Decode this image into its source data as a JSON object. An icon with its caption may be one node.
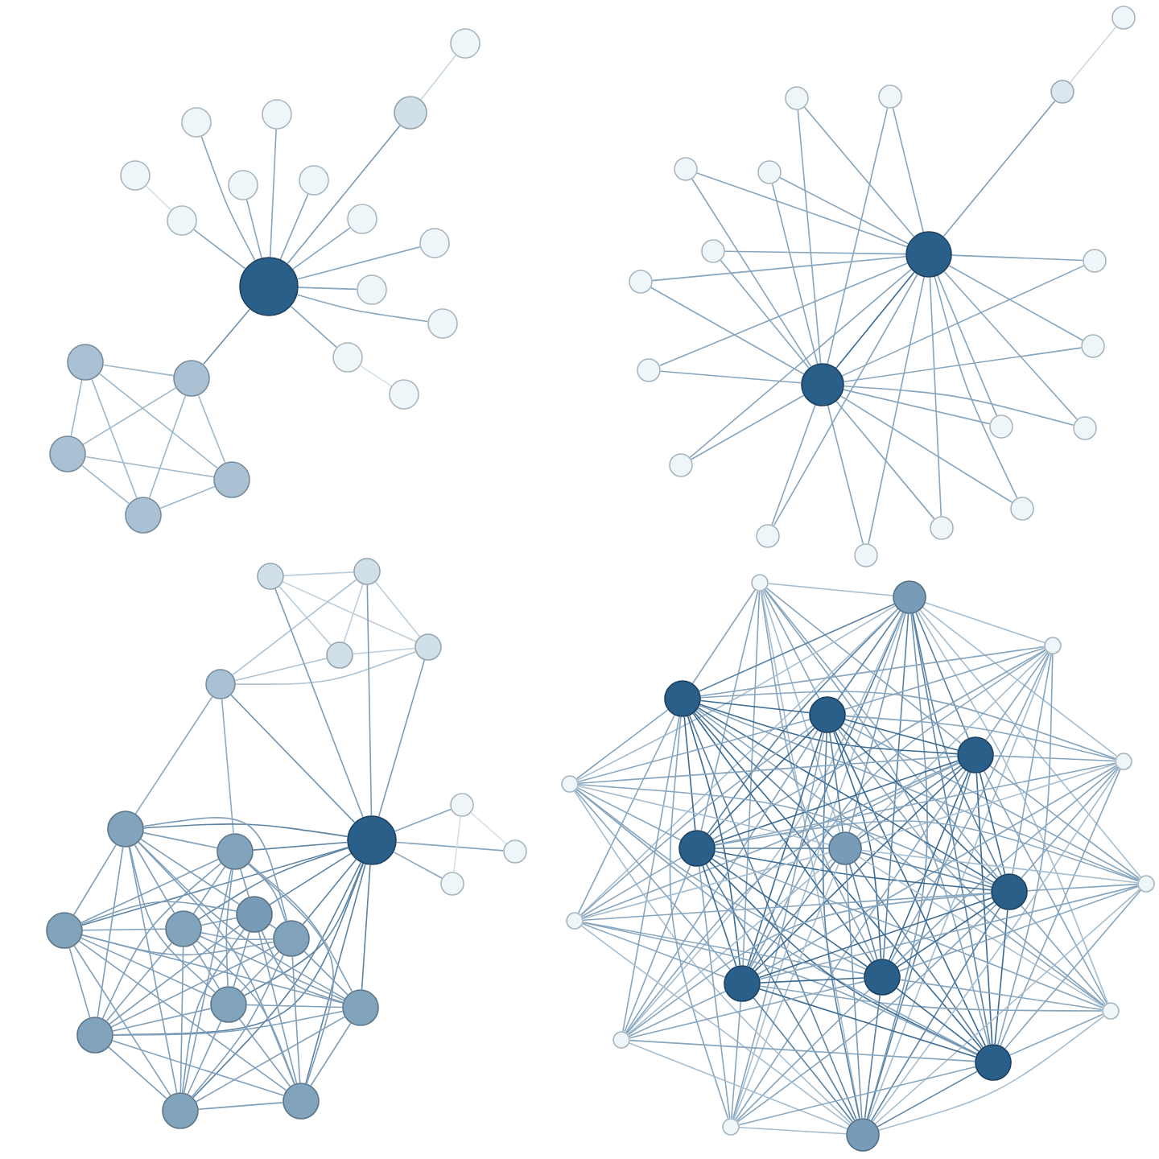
{
  "diagram": {
    "nodes": [
      {
        "text": [],
        "shape": "circle"
      },
      {
        "text": [],
        "shape": "circle"
      },
      {
        "text": [],
        "shape": "circle"
      },
      {
        "text": [],
        "shape": "circle"
      },
      {
        "text": [],
        "shape": "circle"
      },
      {
        "text": [],
        "shape": "circle"
      },
      {
        "text": [],
        "shape": "circle"
      },
      {
        "text": [],
        "shape": "circle"
      },
      {
        "text": [],
        "shape": "circle"
      },
      {
        "text": [],
        "shape": "circle"
      },
      {
        "text": [],
        "shape": "circle"
      },
      {
        "text": [],
        "shape": "circle"
      },
      {
        "text": [],
        "shape": "circle"
      },
      {
        "text": [],
        "shape": "circle"
      },
      {
        "text": [],
        "shape": "circle"
      },
      {
        "text": [],
        "shape": "circle"
      },
      {
        "text": [],
        "shape": "circle"
      },
      {
        "text": [],
        "shape": "circle"
      },
      {
        "text": [],
        "shape": "circle"
      },
      {
        "text": [],
        "shape": "circle"
      },
      {
        "text": [],
        "shape": "circle"
      },
      {
        "text": [],
        "shape": "circle"
      },
      {
        "text": [],
        "shape": "circle"
      },
      {
        "text": [],
        "shape": "circle"
      },
      {
        "text": [],
        "shape": "circle"
      },
      {
        "text": [],
        "shape": "circle"
      },
      {
        "text": [],
        "shape": "circle"
      },
      {
        "text": [],
        "shape": "circle"
      },
      {
        "text": [],
        "shape": "circle"
      },
      {
        "text": [],
        "shape": "circle"
      },
      {
        "text": [],
        "shape": "circle"
      },
      {
        "text": [],
        "shape": "circle"
      },
      {
        "text": [],
        "shape": "circle"
      },
      {
        "text": [],
        "shape": "circle"
      },
      {
        "text": [],
        "shape": "circle"
      },
      {
        "text": [],
        "shape": "circle"
      },
      {
        "text": [],
        "shape": "circle"
      },
      {
        "text": [],
        "shape": "circle"
      },
      {
        "text": [],
        "shape": "circle"
      },
      {
        "text": [],
        "shape": "circle"
      },
      {
        "text": [],
        "shape": "circle"
      },
      {
        "text": [],
        "shape": "circle"
      },
      {
        "text": [],
        "shape": "circle"
      },
      {
        "text": [],
        "shape": "circle"
      },
      {
        "text": [],
        "shape": "circle"
      },
      {
        "text": [],
        "shape": "circle"
      },
      {
        "text": [],
        "shape": "circle"
      },
      {
        "text": [],
        "shape": "circle"
      },
      {
        "text": [],
        "shape": "circle"
      },
      {
        "text": [],
        "shape": "circle"
      },
      {
        "text": [],
        "shape": "circle"
      },
      {
        "text": [],
        "shape": "circle"
      },
      {
        "text": [],
        "shape": "circle"
      },
      {
        "text": [],
        "shape": "circle"
      },
      {
        "text": [],
        "shape": "circle"
      },
      {
        "text": [],
        "shape": "circle"
      },
      {
        "text": [],
        "shape": "circle"
      },
      {
        "text": [],
        "shape": "circle"
      },
      {
        "text": [],
        "shape": "circle"
      },
      {
        "text": [],
        "shape": "circle"
      },
      {
        "text": [],
        "shape": "circle"
      },
      {
        "text": [],
        "shape": "circle"
      },
      {
        "text": [],
        "shape": "circle"
      },
      {
        "text": [],
        "shape": "circle"
      },
      {
        "text": [],
        "shape": "circle"
      },
      {
        "text": [],
        "shape": "circle"
      },
      {
        "text": [],
        "shape": "circle"
      },
      {
        "text": [],
        "shape": "circle"
      },
      {
        "text": [],
        "shape": "circle"
      },
      {
        "text": [],
        "shape": "circle"
      },
      {
        "text": [],
        "shape": "circle"
      },
      {
        "text": [],
        "shape": "circle"
      },
      {
        "text": [],
        "shape": "circle"
      },
      {
        "text": [],
        "shape": "circle"
      },
      {
        "text": [],
        "shape": "circle"
      },
      {
        "text": [],
        "shape": "circle"
      },
      {
        "text": [],
        "shape": "circle"
      },
      {
        "text": [],
        "shape": "circle"
      },
      {
        "text": [],
        "shape": "circle"
      },
      {
        "text": [],
        "shape": "circle"
      }
    ],
    "edges": [
      {
        "from": 0,
        "to": 1,
        "arrow": "none"
      },
      {
        "from": 0,
        "to": 2,
        "arrow": "none"
      },
      {
        "from": 0,
        "to": 3,
        "arrow": "none"
      },
      {
        "from": 3,
        "to": 4,
        "arrow": "none"
      },
      {
        "from": 0,
        "to": 6,
        "arrow": "none"
      },
      {
        "from": 6,
        "to": 5,
        "arrow": "none"
      },
      {
        "from": 0,
        "to": 7,
        "arrow": "none"
      },
      {
        "from": 0,
        "to": 8,
        "arrow": "none"
      },
      {
        "from": 0,
        "to": 9,
        "arrow": "none"
      },
      {
        "from": 0,
        "to": 10,
        "arrow": "none"
      },
      {
        "from": 0,
        "to": 11,
        "arrow": "none"
      },
      {
        "from": 0,
        "to": 12,
        "arrow": "none"
      },
      {
        "from": 0,
        "to": 13,
        "arrow": "none"
      },
      {
        "from": 13,
        "to": 14,
        "arrow": "none"
      },
      {
        "from": 0,
        "to": 15,
        "arrow": "none"
      },
      {
        "from": 15,
        "to": 16,
        "arrow": "none"
      },
      {
        "from": 15,
        "to": 17,
        "arrow": "none"
      },
      {
        "from": 15,
        "to": 18,
        "arrow": "none"
      },
      {
        "from": 15,
        "to": 19,
        "arrow": "none"
      },
      {
        "from": 16,
        "to": 17,
        "arrow": "none"
      },
      {
        "from": 16,
        "to": 18,
        "arrow": "none"
      },
      {
        "from": 16,
        "to": 19,
        "arrow": "none"
      },
      {
        "from": 17,
        "to": 18,
        "arrow": "none"
      },
      {
        "from": 17,
        "to": 19,
        "arrow": "none"
      },
      {
        "from": 18,
        "to": 19,
        "arrow": "none"
      },
      {
        "from": 20,
        "to": 21,
        "arrow": "none"
      },
      {
        "from": 20,
        "to": 28,
        "arrow": "none"
      },
      {
        "from": 28,
        "to": 29,
        "arrow": "none"
      },
      {
        "from": 20,
        "to": 22,
        "arrow": "none"
      },
      {
        "from": 21,
        "to": 22,
        "arrow": "none"
      },
      {
        "from": 20,
        "to": 23,
        "arrow": "none"
      },
      {
        "from": 21,
        "to": 23,
        "arrow": "none"
      },
      {
        "from": 20,
        "to": 24,
        "arrow": "none"
      },
      {
        "from": 21,
        "to": 24,
        "arrow": "none"
      },
      {
        "from": 20,
        "to": 25,
        "arrow": "none"
      },
      {
        "from": 21,
        "to": 25,
        "arrow": "none"
      },
      {
        "from": 20,
        "to": 26,
        "arrow": "none"
      },
      {
        "from": 21,
        "to": 26,
        "arrow": "none"
      },
      {
        "from": 20,
        "to": 27,
        "arrow": "none"
      },
      {
        "from": 21,
        "to": 27,
        "arrow": "none"
      },
      {
        "from": 20,
        "to": 30,
        "arrow": "none"
      },
      {
        "from": 21,
        "to": 30,
        "arrow": "none"
      },
      {
        "from": 20,
        "to": 31,
        "arrow": "none"
      },
      {
        "from": 21,
        "to": 31,
        "arrow": "none"
      },
      {
        "from": 20,
        "to": 32,
        "arrow": "none"
      },
      {
        "from": 21,
        "to": 32,
        "arrow": "none"
      },
      {
        "from": 20,
        "to": 33,
        "arrow": "none"
      },
      {
        "from": 21,
        "to": 33,
        "arrow": "none"
      },
      {
        "from": 20,
        "to": 34,
        "arrow": "none"
      },
      {
        "from": 21,
        "to": 34,
        "arrow": "none"
      },
      {
        "from": 20,
        "to": 35,
        "arrow": "none"
      },
      {
        "from": 21,
        "to": 35,
        "arrow": "none"
      },
      {
        "from": 20,
        "to": 36,
        "arrow": "none"
      },
      {
        "from": 21,
        "to": 36,
        "arrow": "none"
      },
      {
        "from": 20,
        "to": 37,
        "arrow": "none"
      },
      {
        "from": 21,
        "to": 37,
        "arrow": "none"
      },
      {
        "from": 20,
        "to": 38,
        "arrow": "none"
      },
      {
        "from": 21,
        "to": 38,
        "arrow": "none"
      },
      {
        "from": 20,
        "to": 39,
        "arrow": "none"
      },
      {
        "from": 21,
        "to": 39,
        "arrow": "none"
      },
      {
        "from": 40,
        "to": 41,
        "arrow": "none"
      },
      {
        "from": 40,
        "to": 42,
        "arrow": "none"
      },
      {
        "from": 40,
        "to": 43,
        "arrow": "none"
      },
      {
        "from": 41,
        "to": 42,
        "arrow": "none"
      },
      {
        "from": 41,
        "to": 43,
        "arrow": "none"
      },
      {
        "from": 42,
        "to": 43,
        "arrow": "none"
      },
      {
        "from": 44,
        "to": 41,
        "arrow": "none"
      },
      {
        "from": 44,
        "to": 42,
        "arrow": "none"
      },
      {
        "from": 44,
        "to": 43,
        "arrow": "none"
      },
      {
        "from": 40,
        "to": 45,
        "arrow": "none"
      },
      {
        "from": 41,
        "to": 45,
        "arrow": "none"
      },
      {
        "from": 43,
        "to": 45,
        "arrow": "none"
      },
      {
        "from": 44,
        "to": 45,
        "arrow": "none"
      },
      {
        "from": 44,
        "to": 49,
        "arrow": "none"
      },
      {
        "from": 44,
        "to": 50,
        "arrow": "none"
      },
      {
        "from": 45,
        "to": 46,
        "arrow": "none"
      },
      {
        "from": 45,
        "to": 47,
        "arrow": "none"
      },
      {
        "from": 45,
        "to": 48,
        "arrow": "none"
      },
      {
        "from": 46,
        "to": 47,
        "arrow": "none"
      },
      {
        "from": 46,
        "to": 48,
        "arrow": "none"
      },
      {
        "from": 45,
        "to": 49,
        "arrow": "none"
      },
      {
        "from": 45,
        "to": 50,
        "arrow": "none"
      },
      {
        "from": 45,
        "to": 51,
        "arrow": "none"
      },
      {
        "from": 45,
        "to": 52,
        "arrow": "none"
      },
      {
        "from": 45,
        "to": 53,
        "arrow": "none"
      },
      {
        "from": 45,
        "to": 54,
        "arrow": "none"
      },
      {
        "from": 45,
        "to": 55,
        "arrow": "none"
      },
      {
        "from": 45,
        "to": 56,
        "arrow": "none"
      },
      {
        "from": 45,
        "to": 57,
        "arrow": "none"
      },
      {
        "from": 45,
        "to": 58,
        "arrow": "none"
      },
      {
        "from": 45,
        "to": 59,
        "arrow": "none"
      },
      {
        "from": 49,
        "to": 50,
        "arrow": "none"
      },
      {
        "from": 49,
        "to": 51,
        "arrow": "none"
      },
      {
        "from": 49,
        "to": 52,
        "arrow": "none"
      },
      {
        "from": 49,
        "to": 53,
        "arrow": "none"
      },
      {
        "from": 49,
        "to": 54,
        "arrow": "none"
      },
      {
        "from": 49,
        "to": 55,
        "arrow": "none"
      },
      {
        "from": 49,
        "to": 56,
        "arrow": "none"
      },
      {
        "from": 49,
        "to": 57,
        "arrow": "none"
      },
      {
        "from": 49,
        "to": 58,
        "arrow": "none"
      },
      {
        "from": 49,
        "to": 59,
        "arrow": "none"
      },
      {
        "from": 50,
        "to": 51,
        "arrow": "none"
      },
      {
        "from": 50,
        "to": 52,
        "arrow": "none"
      },
      {
        "from": 50,
        "to": 53,
        "arrow": "none"
      },
      {
        "from": 50,
        "to": 54,
        "arrow": "none"
      },
      {
        "from": 50,
        "to": 55,
        "arrow": "none"
      },
      {
        "from": 50,
        "to": 56,
        "arrow": "none"
      },
      {
        "from": 50,
        "to": 57,
        "arrow": "none"
      },
      {
        "from": 50,
        "to": 58,
        "arrow": "none"
      },
      {
        "from": 50,
        "to": 59,
        "arrow": "none"
      },
      {
        "from": 51,
        "to": 52,
        "arrow": "none"
      },
      {
        "from": 51,
        "to": 53,
        "arrow": "none"
      },
      {
        "from": 51,
        "to": 54,
        "arrow": "none"
      },
      {
        "from": 51,
        "to": 55,
        "arrow": "none"
      },
      {
        "from": 51,
        "to": 56,
        "arrow": "none"
      },
      {
        "from": 51,
        "to": 57,
        "arrow": "none"
      },
      {
        "from": 51,
        "to": 58,
        "arrow": "none"
      },
      {
        "from": 51,
        "to": 59,
        "arrow": "none"
      },
      {
        "from": 52,
        "to": 53,
        "arrow": "none"
      },
      {
        "from": 52,
        "to": 54,
        "arrow": "none"
      },
      {
        "from": 52,
        "to": 55,
        "arrow": "none"
      },
      {
        "from": 52,
        "to": 56,
        "arrow": "none"
      },
      {
        "from": 52,
        "to": 57,
        "arrow": "none"
      },
      {
        "from": 52,
        "to": 58,
        "arrow": "none"
      },
      {
        "from": 52,
        "to": 59,
        "arrow": "none"
      },
      {
        "from": 53,
        "to": 54,
        "arrow": "none"
      },
      {
        "from": 53,
        "to": 55,
        "arrow": "none"
      },
      {
        "from": 53,
        "to": 56,
        "arrow": "none"
      },
      {
        "from": 53,
        "to": 57,
        "arrow": "none"
      },
      {
        "from": 53,
        "to": 58,
        "arrow": "none"
      },
      {
        "from": 53,
        "to": 59,
        "arrow": "none"
      },
      {
        "from": 54,
        "to": 55,
        "arrow": "none"
      },
      {
        "from": 54,
        "to": 56,
        "arrow": "none"
      },
      {
        "from": 54,
        "to": 57,
        "arrow": "none"
      },
      {
        "from": 54,
        "to": 58,
        "arrow": "none"
      },
      {
        "from": 54,
        "to": 59,
        "arrow": "none"
      },
      {
        "from": 55,
        "to": 56,
        "arrow": "none"
      },
      {
        "from": 55,
        "to": 57,
        "arrow": "none"
      },
      {
        "from": 55,
        "to": 58,
        "arrow": "none"
      },
      {
        "from": 55,
        "to": 59,
        "arrow": "none"
      },
      {
        "from": 56,
        "to": 57,
        "arrow": "none"
      },
      {
        "from": 56,
        "to": 58,
        "arrow": "none"
      },
      {
        "from": 56,
        "to": 59,
        "arrow": "none"
      },
      {
        "from": 57,
        "to": 58,
        "arrow": "none"
      },
      {
        "from": 57,
        "to": 59,
        "arrow": "none"
      },
      {
        "from": 58,
        "to": 59,
        "arrow": "none"
      },
      {
        "from": 60,
        "to": 61,
        "arrow": "none"
      },
      {
        "from": 60,
        "to": 63,
        "arrow": "none"
      },
      {
        "from": 60,
        "to": 64,
        "arrow": "none"
      },
      {
        "from": 60,
        "to": 65,
        "arrow": "none"
      },
      {
        "from": 60,
        "to": 68,
        "arrow": "none"
      },
      {
        "from": 60,
        "to": 69,
        "arrow": "none"
      },
      {
        "from": 60,
        "to": 70,
        "arrow": "none"
      },
      {
        "from": 60,
        "to": 73,
        "arrow": "none"
      },
      {
        "from": 60,
        "to": 74,
        "arrow": "none"
      },
      {
        "from": 60,
        "to": 77,
        "arrow": "none"
      },
      {
        "from": 60,
        "to": 79,
        "arrow": "none"
      },
      {
        "from": 61,
        "to": 62,
        "arrow": "none"
      },
      {
        "from": 61,
        "to": 63,
        "arrow": "none"
      },
      {
        "from": 61,
        "to": 64,
        "arrow": "none"
      },
      {
        "from": 61,
        "to": 65,
        "arrow": "none"
      },
      {
        "from": 61,
        "to": 66,
        "arrow": "none"
      },
      {
        "from": 61,
        "to": 67,
        "arrow": "none"
      },
      {
        "from": 61,
        "to": 68,
        "arrow": "none"
      },
      {
        "from": 61,
        "to": 69,
        "arrow": "none"
      },
      {
        "from": 61,
        "to": 70,
        "arrow": "none"
      },
      {
        "from": 61,
        "to": 71,
        "arrow": "none"
      },
      {
        "from": 61,
        "to": 72,
        "arrow": "none"
      },
      {
        "from": 61,
        "to": 73,
        "arrow": "none"
      },
      {
        "from": 61,
        "to": 74,
        "arrow": "none"
      },
      {
        "from": 61,
        "to": 75,
        "arrow": "none"
      },
      {
        "from": 61,
        "to": 76,
        "arrow": "none"
      },
      {
        "from": 61,
        "to": 77,
        "arrow": "none"
      },
      {
        "from": 61,
        "to": 78,
        "arrow": "none"
      },
      {
        "from": 61,
        "to": 79,
        "arrow": "none"
      },
      {
        "from": 62,
        "to": 63,
        "arrow": "none"
      },
      {
        "from": 62,
        "to": 64,
        "arrow": "none"
      },
      {
        "from": 62,
        "to": 65,
        "arrow": "none"
      },
      {
        "from": 62,
        "to": 68,
        "arrow": "none"
      },
      {
        "from": 62,
        "to": 69,
        "arrow": "none"
      },
      {
        "from": 62,
        "to": 70,
        "arrow": "none"
      },
      {
        "from": 62,
        "to": 73,
        "arrow": "none"
      },
      {
        "from": 62,
        "to": 74,
        "arrow": "none"
      },
      {
        "from": 62,
        "to": 77,
        "arrow": "none"
      },
      {
        "from": 62,
        "to": 79,
        "arrow": "none"
      },
      {
        "from": 63,
        "to": 64,
        "arrow": "none"
      },
      {
        "from": 63,
        "to": 65,
        "arrow": "none"
      },
      {
        "from": 63,
        "to": 66,
        "arrow": "none"
      },
      {
        "from": 63,
        "to": 67,
        "arrow": "none"
      },
      {
        "from": 63,
        "to": 68,
        "arrow": "none"
      },
      {
        "from": 63,
        "to": 69,
        "arrow": "none"
      },
      {
        "from": 63,
        "to": 70,
        "arrow": "none"
      },
      {
        "from": 63,
        "to": 71,
        "arrow": "none"
      },
      {
        "from": 63,
        "to": 72,
        "arrow": "none"
      },
      {
        "from": 63,
        "to": 73,
        "arrow": "none"
      },
      {
        "from": 63,
        "to": 74,
        "arrow": "none"
      },
      {
        "from": 63,
        "to": 75,
        "arrow": "none"
      },
      {
        "from": 63,
        "to": 76,
        "arrow": "none"
      },
      {
        "from": 63,
        "to": 77,
        "arrow": "none"
      },
      {
        "from": 63,
        "to": 78,
        "arrow": "none"
      },
      {
        "from": 63,
        "to": 79,
        "arrow": "none"
      },
      {
        "from": 64,
        "to": 65,
        "arrow": "none"
      },
      {
        "from": 64,
        "to": 66,
        "arrow": "none"
      },
      {
        "from": 64,
        "to": 67,
        "arrow": "none"
      },
      {
        "from": 64,
        "to": 68,
        "arrow": "none"
      },
      {
        "from": 64,
        "to": 69,
        "arrow": "none"
      },
      {
        "from": 64,
        "to": 70,
        "arrow": "none"
      },
      {
        "from": 64,
        "to": 71,
        "arrow": "none"
      },
      {
        "from": 64,
        "to": 72,
        "arrow": "none"
      },
      {
        "from": 64,
        "to": 73,
        "arrow": "none"
      },
      {
        "from": 64,
        "to": 74,
        "arrow": "none"
      },
      {
        "from": 64,
        "to": 75,
        "arrow": "none"
      },
      {
        "from": 64,
        "to": 76,
        "arrow": "none"
      },
      {
        "from": 64,
        "to": 77,
        "arrow": "none"
      },
      {
        "from": 64,
        "to": 78,
        "arrow": "none"
      },
      {
        "from": 64,
        "to": 79,
        "arrow": "none"
      },
      {
        "from": 65,
        "to": 66,
        "arrow": "none"
      },
      {
        "from": 65,
        "to": 67,
        "arrow": "none"
      },
      {
        "from": 65,
        "to": 68,
        "arrow": "none"
      },
      {
        "from": 65,
        "to": 69,
        "arrow": "none"
      },
      {
        "from": 65,
        "to": 70,
        "arrow": "none"
      },
      {
        "from": 65,
        "to": 71,
        "arrow": "none"
      },
      {
        "from": 65,
        "to": 72,
        "arrow": "none"
      },
      {
        "from": 65,
        "to": 73,
        "arrow": "none"
      },
      {
        "from": 65,
        "to": 74,
        "arrow": "none"
      },
      {
        "from": 65,
        "to": 75,
        "arrow": "none"
      },
      {
        "from": 65,
        "to": 76,
        "arrow": "none"
      },
      {
        "from": 65,
        "to": 77,
        "arrow": "none"
      },
      {
        "from": 65,
        "to": 78,
        "arrow": "none"
      },
      {
        "from": 65,
        "to": 79,
        "arrow": "none"
      },
      {
        "from": 66,
        "to": 68,
        "arrow": "none"
      },
      {
        "from": 66,
        "to": 69,
        "arrow": "none"
      },
      {
        "from": 66,
        "to": 70,
        "arrow": "none"
      },
      {
        "from": 66,
        "to": 73,
        "arrow": "none"
      },
      {
        "from": 66,
        "to": 74,
        "arrow": "none"
      },
      {
        "from": 66,
        "to": 77,
        "arrow": "none"
      },
      {
        "from": 66,
        "to": 79,
        "arrow": "none"
      },
      {
        "from": 67,
        "to": 68,
        "arrow": "none"
      },
      {
        "from": 67,
        "to": 69,
        "arrow": "none"
      },
      {
        "from": 67,
        "to": 70,
        "arrow": "none"
      },
      {
        "from": 67,
        "to": 73,
        "arrow": "none"
      },
      {
        "from": 67,
        "to": 74,
        "arrow": "none"
      },
      {
        "from": 67,
        "to": 77,
        "arrow": "none"
      },
      {
        "from": 67,
        "to": 79,
        "arrow": "none"
      },
      {
        "from": 68,
        "to": 69,
        "arrow": "none"
      },
      {
        "from": 68,
        "to": 70,
        "arrow": "none"
      },
      {
        "from": 68,
        "to": 71,
        "arrow": "none"
      },
      {
        "from": 68,
        "to": 72,
        "arrow": "none"
      },
      {
        "from": 68,
        "to": 73,
        "arrow": "none"
      },
      {
        "from": 68,
        "to": 74,
        "arrow": "none"
      },
      {
        "from": 68,
        "to": 75,
        "arrow": "none"
      },
      {
        "from": 68,
        "to": 76,
        "arrow": "none"
      },
      {
        "from": 68,
        "to": 77,
        "arrow": "none"
      },
      {
        "from": 68,
        "to": 78,
        "arrow": "none"
      },
      {
        "from": 68,
        "to": 79,
        "arrow": "none"
      },
      {
        "from": 69,
        "to": 70,
        "arrow": "none"
      },
      {
        "from": 69,
        "to": 71,
        "arrow": "none"
      },
      {
        "from": 69,
        "to": 72,
        "arrow": "none"
      },
      {
        "from": 69,
        "to": 73,
        "arrow": "none"
      },
      {
        "from": 69,
        "to": 74,
        "arrow": "none"
      },
      {
        "from": 69,
        "to": 75,
        "arrow": "none"
      },
      {
        "from": 69,
        "to": 76,
        "arrow": "none"
      },
      {
        "from": 69,
        "to": 77,
        "arrow": "none"
      },
      {
        "from": 69,
        "to": 78,
        "arrow": "none"
      },
      {
        "from": 69,
        "to": 79,
        "arrow": "none"
      },
      {
        "from": 70,
        "to": 71,
        "arrow": "none"
      },
      {
        "from": 70,
        "to": 72,
        "arrow": "none"
      },
      {
        "from": 70,
        "to": 73,
        "arrow": "none"
      },
      {
        "from": 70,
        "to": 74,
        "arrow": "none"
      },
      {
        "from": 70,
        "to": 75,
        "arrow": "none"
      },
      {
        "from": 70,
        "to": 76,
        "arrow": "none"
      },
      {
        "from": 70,
        "to": 77,
        "arrow": "none"
      },
      {
        "from": 70,
        "to": 78,
        "arrow": "none"
      },
      {
        "from": 70,
        "to": 79,
        "arrow": "none"
      },
      {
        "from": 71,
        "to": 73,
        "arrow": "none"
      },
      {
        "from": 71,
        "to": 74,
        "arrow": "none"
      },
      {
        "from": 71,
        "to": 77,
        "arrow": "none"
      },
      {
        "from": 71,
        "to": 79,
        "arrow": "none"
      },
      {
        "from": 72,
        "to": 73,
        "arrow": "none"
      },
      {
        "from": 72,
        "to": 74,
        "arrow": "none"
      },
      {
        "from": 72,
        "to": 77,
        "arrow": "none"
      },
      {
        "from": 72,
        "to": 79,
        "arrow": "none"
      },
      {
        "from": 73,
        "to": 74,
        "arrow": "none"
      },
      {
        "from": 73,
        "to": 75,
        "arrow": "none"
      },
      {
        "from": 73,
        "to": 76,
        "arrow": "none"
      },
      {
        "from": 73,
        "to": 77,
        "arrow": "none"
      },
      {
        "from": 73,
        "to": 78,
        "arrow": "none"
      },
      {
        "from": 73,
        "to": 79,
        "arrow": "none"
      },
      {
        "from": 74,
        "to": 75,
        "arrow": "none"
      },
      {
        "from": 74,
        "to": 76,
        "arrow": "none"
      },
      {
        "from": 74,
        "to": 77,
        "arrow": "none"
      },
      {
        "from": 74,
        "to": 78,
        "arrow": "none"
      },
      {
        "from": 74,
        "to": 79,
        "arrow": "none"
      },
      {
        "from": 75,
        "to": 77,
        "arrow": "none"
      },
      {
        "from": 75,
        "to": 79,
        "arrow": "none"
      },
      {
        "from": 76,
        "to": 77,
        "arrow": "none"
      },
      {
        "from": 76,
        "to": 79,
        "arrow": "none"
      },
      {
        "from": 77,
        "to": 78,
        "arrow": "none"
      },
      {
        "from": 77,
        "to": 79,
        "arrow": "none"
      },
      {
        "from": 78,
        "to": 79,
        "arrow": "none"
      }
    ]
  }
}
